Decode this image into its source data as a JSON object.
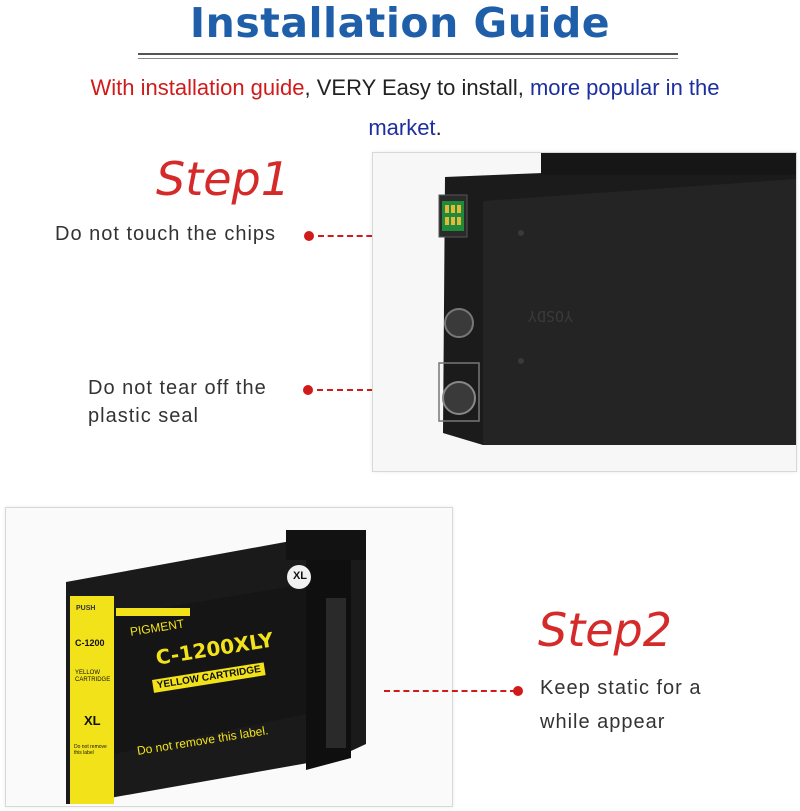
{
  "header": {
    "title": "Installation Guide",
    "subtitle_red": "With installation guide",
    "subtitle_comma": ", ",
    "subtitle_black": "VERY Easy to install, ",
    "subtitle_blue": "more popular in the market",
    "subtitle_end": "."
  },
  "step1": {
    "label": "Step1",
    "note_chips": "Do not touch the chips",
    "note_seal_line1": "Do not tear off the",
    "note_seal_line2": "plastic seal",
    "cartridge_marking": "YOSDY"
  },
  "step2": {
    "label": "Step2",
    "note_line1": "Keep static for a",
    "note_line2": "while  appear"
  },
  "cartridge_label": {
    "xl_badge": "XL",
    "push": "PUSH",
    "pigment": "PIGMENT",
    "model": "C-1200XLY",
    "color": "YELLOW CARTRIDGE",
    "side_model": "C-1200",
    "side_color": "YELLOW CARTRIDGE",
    "side_xl": "XL",
    "warning": "Do not remove this label.",
    "side_warning": "Do not remove this label"
  },
  "colors": {
    "accent_red": "#d11a1a",
    "title_blue": "#1f5fa9",
    "label_yellow": "#f2e21a"
  }
}
